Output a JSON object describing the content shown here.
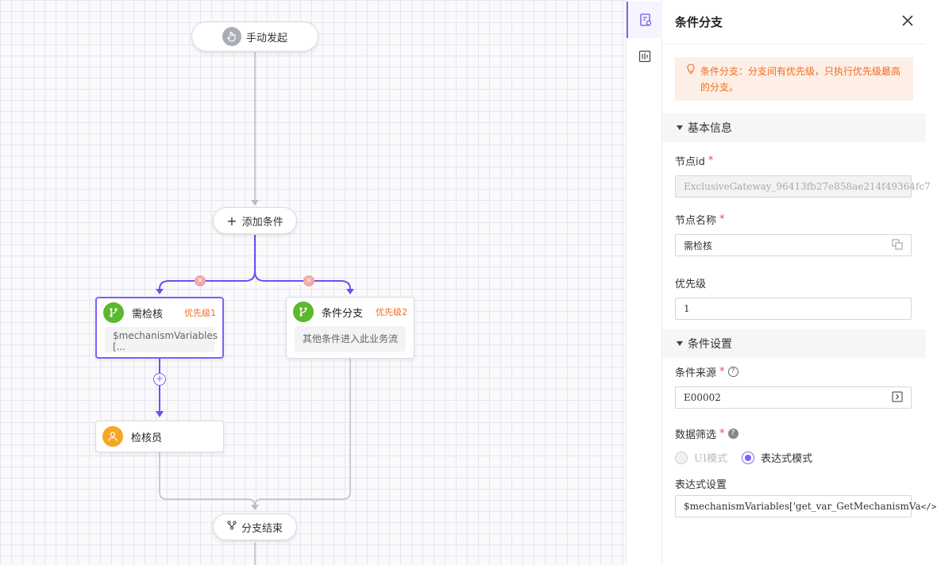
{
  "flow": {
    "start_label": "手动发起",
    "add_condition_label": "添加条件",
    "branch_end_label": "分支结束",
    "branch1": {
      "title": "需检核",
      "priority": "优先级1",
      "body_line1": "$mechanismVariables",
      "body_line2": "[..."
    },
    "branch2": {
      "title": "条件分支",
      "priority": "优先级2",
      "body": "其他条件进入此业务流"
    },
    "reviewer_label": "检核员",
    "remove_symbol": "×",
    "add_symbol": "+"
  },
  "rail": {
    "items": [
      {
        "icon": "document-settings-icon",
        "active": true
      },
      {
        "icon": "waveform-icon",
        "active": false
      }
    ]
  },
  "panel": {
    "title": "条件分支",
    "tip": "条件分支：分支间有优先级，只执行优先级最高的分支。",
    "basic_section": "基本信息",
    "node_id_label": "节点id",
    "node_id_value": "ExclusiveGateway_96413fb27e858ae214f49364fc7",
    "node_name_label": "节点名称",
    "node_name_value": "需检核",
    "priority_label": "优先级",
    "priority_value": "1",
    "condition_section": "条件设置",
    "source_label": "条件来源",
    "source_value": "E00002",
    "filter_label": "数据筛选",
    "mode_ui": "UI模式",
    "mode_expr": "表达式模式",
    "expr_label": "表达式设置",
    "expr_value": "$mechanismVariables['get_var_GetMechanismVa",
    "required_mark": "*",
    "help_mark": "?"
  },
  "colors": {
    "accent": "#7b61ff",
    "green": "#5cb82c",
    "orange": "#f5a623",
    "warning": "#f26b1d"
  }
}
